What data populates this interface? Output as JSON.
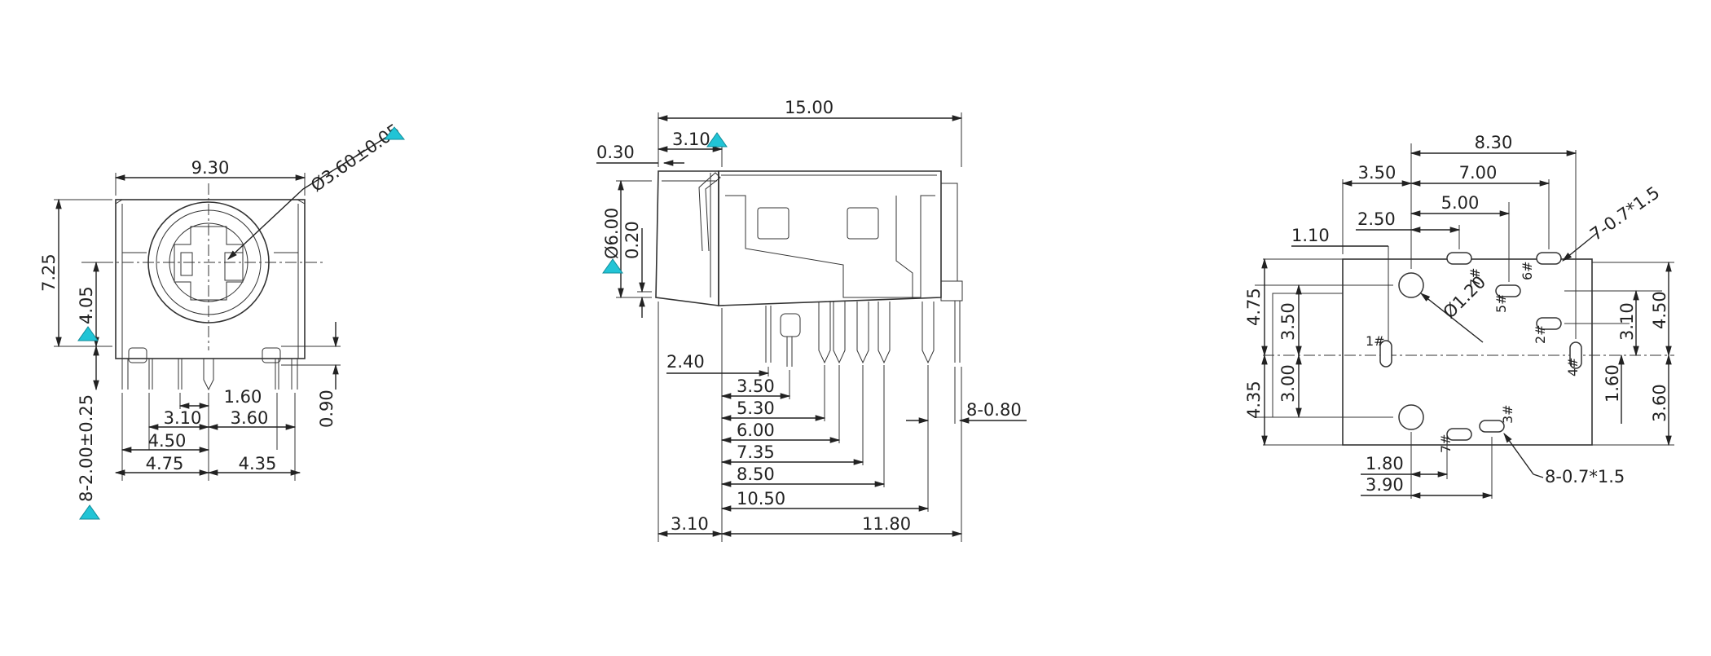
{
  "front_view": {
    "width": "9.30",
    "hole": "Ø3.60±0.05",
    "height": "7.25",
    "center_height": "4.05",
    "pins": "8-2.00±0.25",
    "pitch_a": "1.60",
    "pitch_b": "3.10",
    "pitch_c": "3.60",
    "pitch_d": "4.50",
    "left_edge": "4.75",
    "right_edge": "4.35",
    "pin_height": "0.90"
  },
  "side_view": {
    "length": "15.00",
    "offset_top": "3.10",
    "lip": "0.30",
    "diameter": "Ø6.00",
    "step": "0.20",
    "d1": "2.40",
    "d2": "3.50",
    "d3": "5.30",
    "d4": "6.00",
    "d5": "7.35",
    "d6": "8.50",
    "d7": "10.50",
    "d8": "11.80",
    "offset_bottom": "3.10",
    "pin_width": "8-0.80"
  },
  "pcb_view": {
    "total": "8.30",
    "left": "3.50",
    "right": "7.00",
    "mid": "5.00",
    "hole_x": "2.50",
    "edge": "1.10",
    "slots_top": "7-0.7*1.5",
    "hole_dia": "Ø1.20",
    "h1": "4.75",
    "h2": "3.50",
    "h3": "4.35",
    "h4": "3.00",
    "r1": "4.50",
    "r2": "3.10",
    "r3": "3.60",
    "r4": "1.60",
    "b1": "1.80",
    "b2": "3.90",
    "slots_bottom": "8-0.7*1.5",
    "pin_labels": [
      "1#",
      "2#",
      "3#",
      "4#",
      "5#",
      "6#",
      "7#",
      "7#"
    ]
  },
  "markers": {
    "triangle_color": "#21c4d6"
  }
}
